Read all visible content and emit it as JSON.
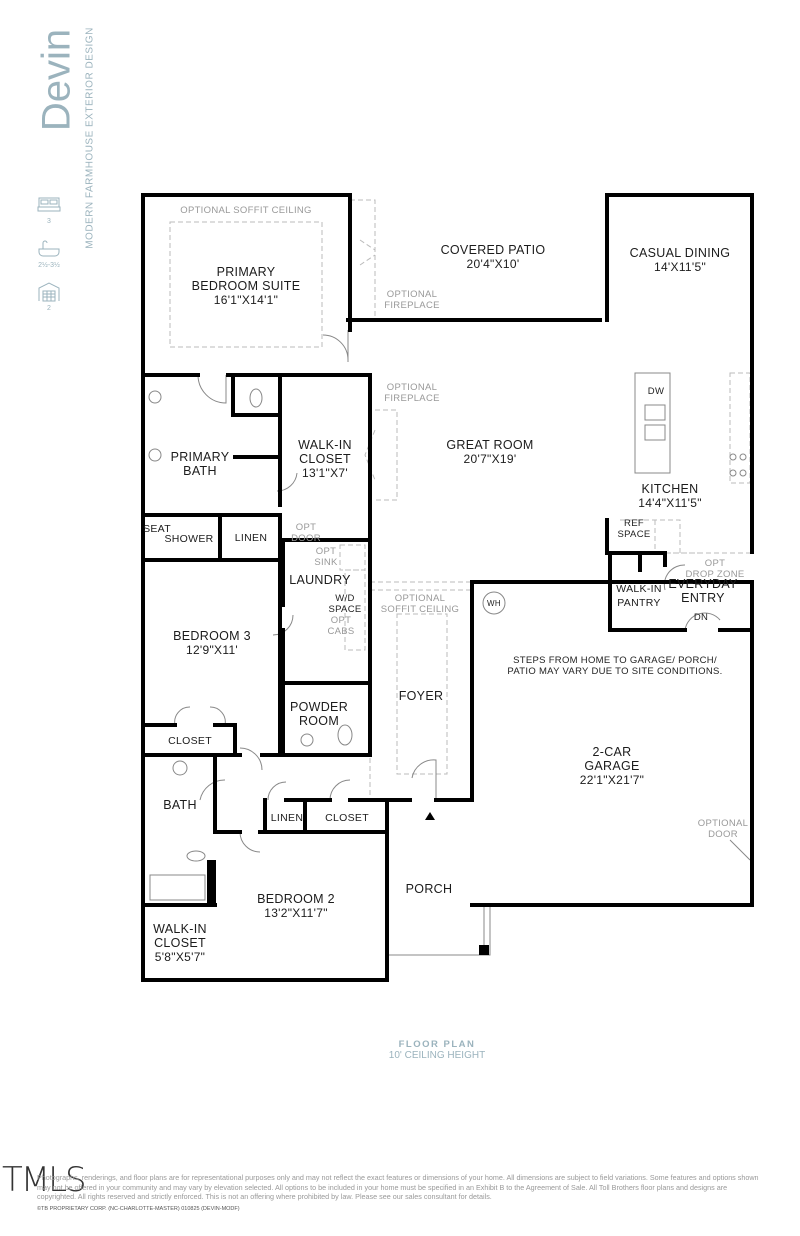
{
  "plan": {
    "name": "Devin",
    "style": "MODERN FARMHOUSE EXTERIOR DESIGN",
    "stats": [
      {
        "icon": "bed-icon",
        "value": "3"
      },
      {
        "icon": "bathtub-icon",
        "value": "2½-3½"
      },
      {
        "icon": "garage-icon",
        "value": "2"
      }
    ],
    "colors": {
      "accent": "#9bb3bd",
      "walls": "#000000",
      "dashed": "#bbbbbb"
    }
  },
  "rooms": {
    "primary_suite": {
      "name": "PRIMARY\nBEDROOM SUITE",
      "dims": "16'1\"X14'1\""
    },
    "covered_patio": {
      "name": "COVERED PATIO",
      "dims": "20'4\"X10'"
    },
    "casual_dining": {
      "name": "CASUAL DINING",
      "dims": "14'X11'5\""
    },
    "primary_bath": {
      "name": "PRIMARY\nBATH"
    },
    "walk_in_closet_primary": {
      "name": "WALK-IN\nCLOSET",
      "dims": "13'1\"X7'"
    },
    "great_room": {
      "name": "GREAT ROOM",
      "dims": "20'7\"X19'"
    },
    "kitchen": {
      "name": "KITCHEN",
      "dims": "14'4\"X11'5\""
    },
    "seat": {
      "name": "SEAT"
    },
    "shower": {
      "name": "SHOWER"
    },
    "linen_primary": {
      "name": "LINEN"
    },
    "laundry": {
      "name": "LAUNDRY"
    },
    "walk_in_pantry": {
      "name": "WALK-IN\nPANTRY"
    },
    "everyday_entry": {
      "name": "EVERYDAY\nENTRY"
    },
    "bedroom_3": {
      "name": "BEDROOM 3",
      "dims": "12'9\"X11'"
    },
    "powder_room": {
      "name": "POWDER\nROOM"
    },
    "foyer": {
      "name": "FOYER"
    },
    "garage": {
      "name": "2-CAR\nGARAGE",
      "dims": "22'1\"X21'7\""
    },
    "closet_bed3": {
      "name": "CLOSET"
    },
    "bath": {
      "name": "BATH"
    },
    "linen_hall": {
      "name": "LINEN"
    },
    "closet_hall": {
      "name": "CLOSET"
    },
    "porch": {
      "name": "PORCH"
    },
    "bedroom_2": {
      "name": "BEDROOM 2",
      "dims": "13'2\"X11'7\""
    },
    "walk_in_closet_2": {
      "name": "WALK-IN\nCLOSET",
      "dims": "5'8\"X5'7\""
    }
  },
  "notes": {
    "soffit_primary": "OPTIONAL SOFFIT CEILING",
    "fireplace_patio": "OPTIONAL\nFIREPLACE",
    "fireplace_great": "OPTIONAL\nFIREPLACE",
    "dw": "DW",
    "ref_space": "REF\nSPACE",
    "opt_door": "OPT\nDOOR",
    "opt_sink": "OPT\nSINK",
    "wd_space": "W/D\nSPACE",
    "opt_cabs": "OPT\nCABS",
    "soffit_foyer": "OPTIONAL\nSOFFIT CEILING",
    "drop_zone": "OPT\nDROP ZONE",
    "dn": "DN",
    "wh": "WH",
    "steps": "STEPS FROM HOME TO GARAGE/ PORCH/\nPATIO MAY VARY DUE TO SITE CONDITIONS.",
    "optional_door": "OPTIONAL\nDOOR"
  },
  "floor_plan": {
    "title": "FLOOR PLAN",
    "subtitle": "10' CEILING HEIGHT"
  },
  "footer": {
    "logo": "TMLS",
    "disclaimer": "Photographs, renderings, and floor plans are for representational purposes only and may not reflect the exact features or dimensions of your home. All dimensions are subject to field variations. Some features and options shown may not be offered in your community and may vary by elevation selected. All options to be included in your home must be specified in an Exhibit B to the Agreement of Sale. All Toll Brothers floor plans and designs are copyrighted. All rights reserved and strictly enforced. This is not an offering where prohibited by law. Please see our sales consultant for details.",
    "copyright": "©TB PROPRIETARY CORP. (NC-CHARLOTTE-MASTER) 010825 (DEVIN-MODF)"
  }
}
